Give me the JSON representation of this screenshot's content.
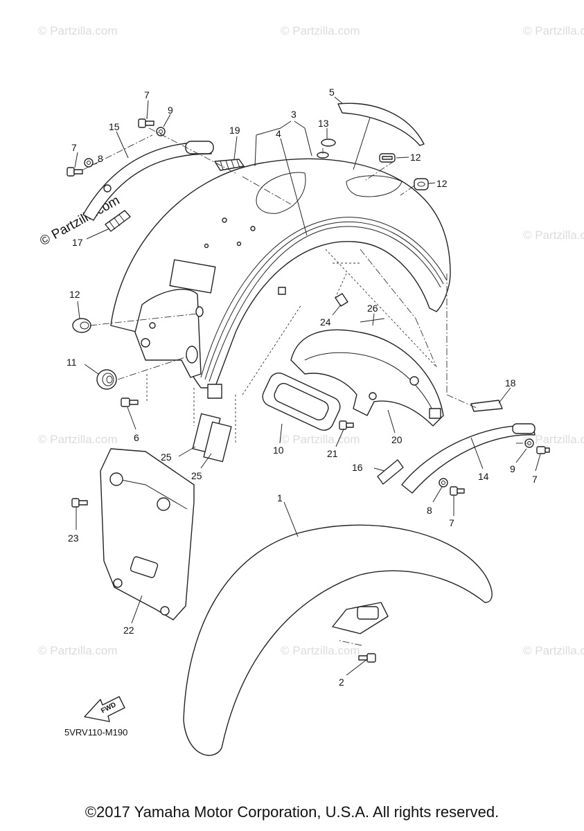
{
  "watermark": {
    "text": "© Partzilla.com"
  },
  "diagram_code": "5VRV110-M190",
  "fwd_label": "FWD",
  "copyright": "©2017 Yamaha Motor Corporation, U.S.A. All rights reserved.",
  "callouts": {
    "c1": "1",
    "c2": "2",
    "c3": "3",
    "c4": "4",
    "c5": "5",
    "c6": "6",
    "c7a": "7",
    "c7b": "7",
    "c7c": "7",
    "c7d": "7",
    "c8a": "8",
    "c8b": "8",
    "c9a": "9",
    "c9b": "9",
    "c10": "10",
    "c11": "11",
    "c12a": "12",
    "c12b": "12",
    "c12c": "12",
    "c13": "13",
    "c14": "14",
    "c15": "15",
    "c16": "16",
    "c17": "17",
    "c18": "18",
    "c19": "19",
    "c20": "20",
    "c21": "21",
    "c22": "22",
    "c23": "23",
    "c24": "24",
    "c25a": "25",
    "c25b": "25",
    "c26": "26"
  }
}
